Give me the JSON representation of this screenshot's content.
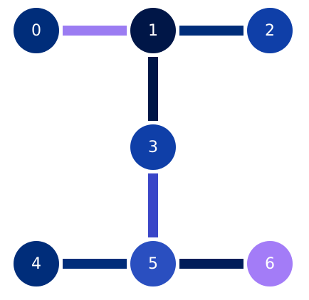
{
  "graph": {
    "nodes": [
      {
        "id": "0",
        "label": "0",
        "color": "#002d7a"
      },
      {
        "id": "1",
        "label": "1",
        "color": "#001647"
      },
      {
        "id": "2",
        "label": "2",
        "color": "#0f3fa8"
      },
      {
        "id": "3",
        "label": "3",
        "color": "#0f3fa8"
      },
      {
        "id": "4",
        "label": "4",
        "color": "#002d7a"
      },
      {
        "id": "5",
        "label": "5",
        "color": "#2a4fc0"
      },
      {
        "id": "6",
        "label": "6",
        "color": "#a37cf7"
      }
    ],
    "edges": [
      {
        "source": "0",
        "target": "1",
        "color": "#9b7cf2"
      },
      {
        "source": "1",
        "target": "2",
        "color": "#002d7a"
      },
      {
        "source": "1",
        "target": "3",
        "color": "#001647"
      },
      {
        "source": "3",
        "target": "5",
        "color": "#3a46c8"
      },
      {
        "source": "4",
        "target": "5",
        "color": "#002d7a"
      },
      {
        "source": "5",
        "target": "6",
        "color": "#001d5a"
      }
    ]
  }
}
